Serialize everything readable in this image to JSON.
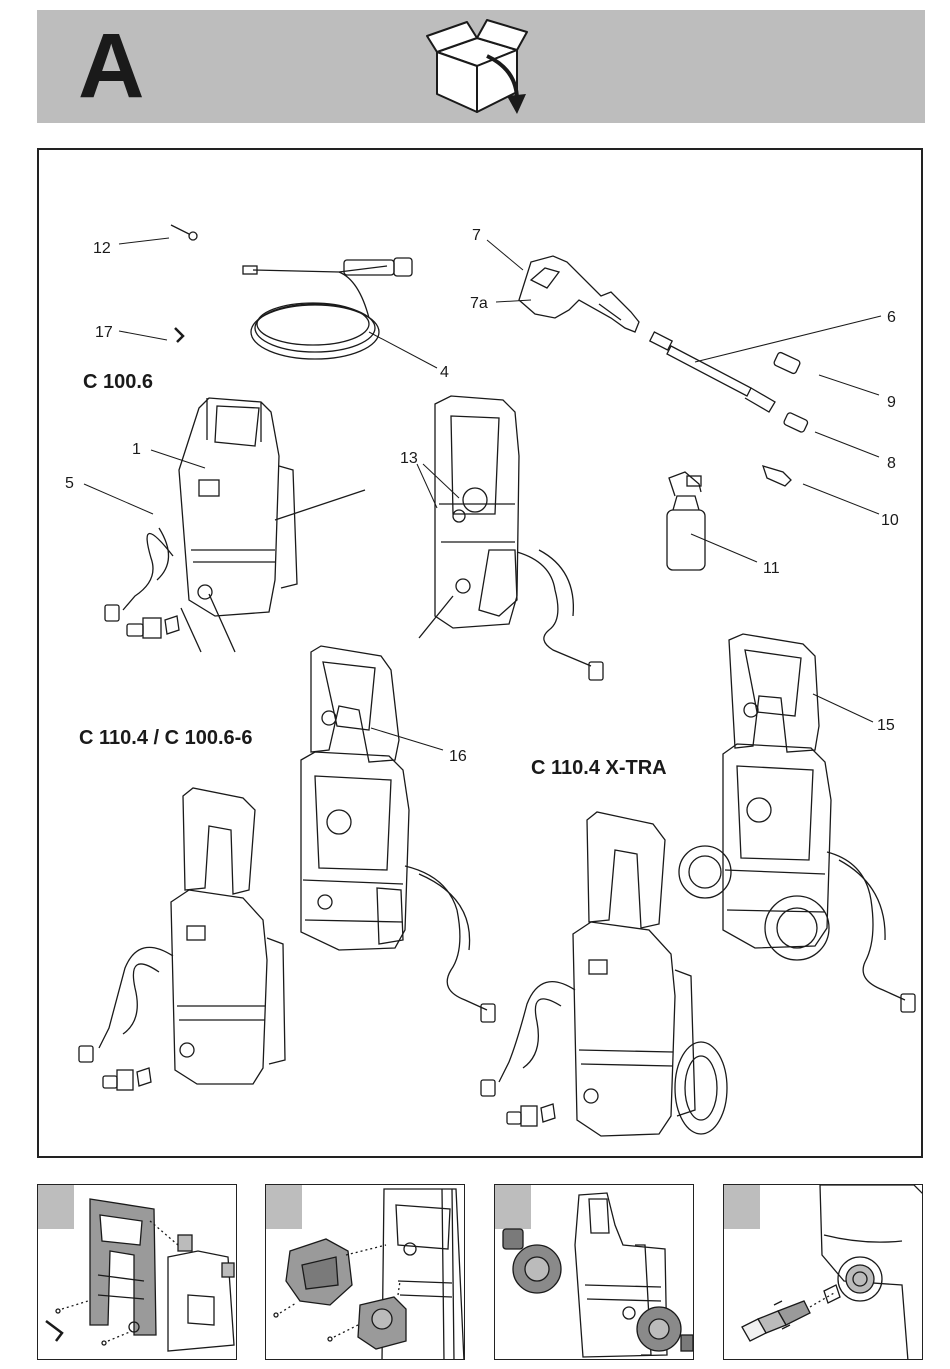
{
  "header": {
    "section_letter": "A",
    "icon": "unbox-icon"
  },
  "models": {
    "m1": "C 100.6",
    "m2": "C 110.4 / C 100.6-6",
    "m3": "C 110.4 X-TRA"
  },
  "callouts": {
    "c1": "1",
    "c4": "4",
    "c5": "5",
    "c6": "6",
    "c7": "7",
    "c7a": "7a",
    "c8": "8",
    "c9": "9",
    "c10": "10",
    "c11": "11",
    "c12": "12",
    "c13": "13",
    "c15": "15",
    "c16": "16",
    "c17": "17"
  },
  "steps": [
    {
      "name": "step-1",
      "icon": "handle-assembly-illustration"
    },
    {
      "name": "step-2",
      "icon": "holder-assembly-illustration"
    },
    {
      "name": "step-3",
      "icon": "wheel-assembly-illustration"
    },
    {
      "name": "step-4",
      "icon": "coupling-connection-illustration"
    }
  ],
  "colors": {
    "header_bg": "#bdbdbd",
    "line": "#1a1a1a"
  }
}
